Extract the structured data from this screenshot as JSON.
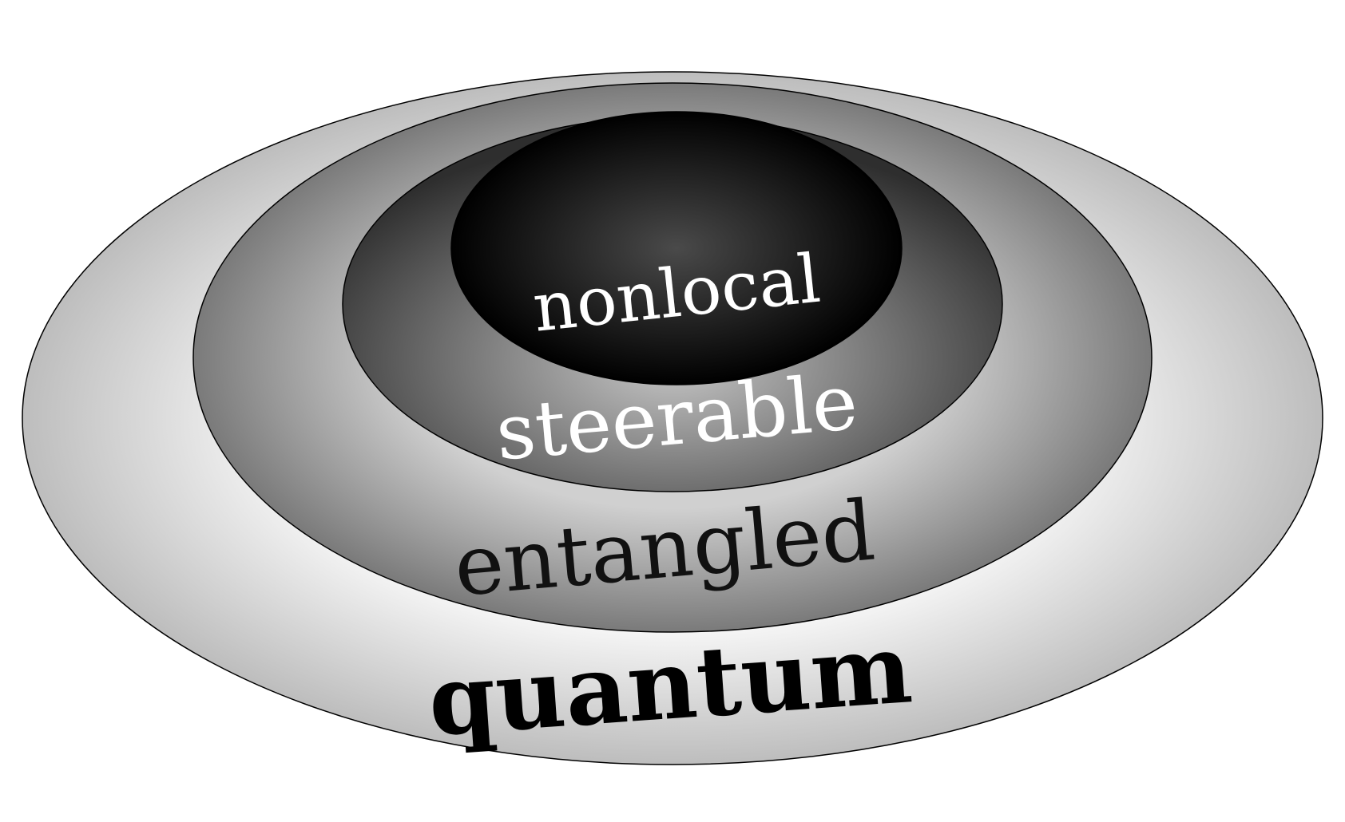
{
  "diagram": {
    "title": "",
    "layers": [
      {
        "label": "quantum",
        "fill_center": "#ffffff",
        "fill_edge": "#bfbfbf",
        "text_color": "#000000"
      },
      {
        "label": "entangled",
        "fill_center": "#c8c8c8",
        "fill_edge": "#7d7d7d",
        "text_color": "#111111"
      },
      {
        "label": "steerable",
        "fill_center": "#bdbdbd",
        "fill_edge": "#2a2a2a",
        "text_color": "#ffffff"
      },
      {
        "label": "nonlocal",
        "fill_center": "#3a3a3a",
        "fill_edge": "#000000",
        "text_color": "#ffffff"
      }
    ]
  }
}
